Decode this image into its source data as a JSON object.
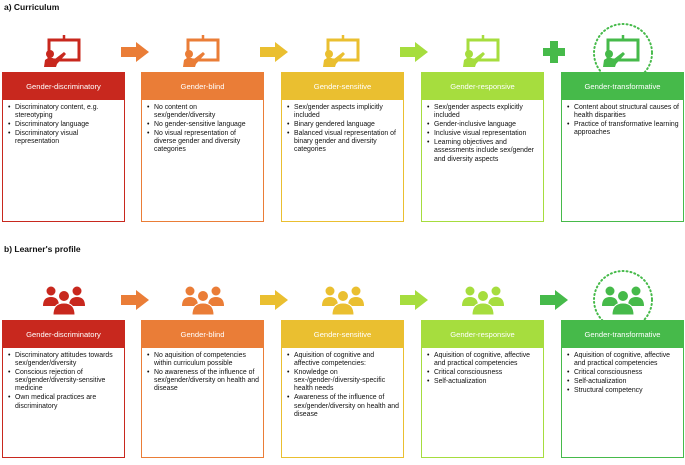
{
  "sections": [
    {
      "title": "a) Curriculum",
      "icon": "presentation-board-icon",
      "stages": [
        {
          "label": "Gender-discriminatory",
          "color": "#c8281e",
          "items": [
            "Discriminatory content, e.g. stereotyping",
            "Discriminatory language",
            "Discriminatory visual representation"
          ]
        },
        {
          "label": "Gender-blind",
          "color": "#ea7d37",
          "items": [
            "No content on sex/gender/diversity",
            "No gender-sensitive language",
            "No visual representation of diverse gender and diversity categories"
          ]
        },
        {
          "label": "Gender-sensitive",
          "color": "#eabf30",
          "items": [
            "Sex/gender aspects implicitly included",
            "Binary gendered language",
            "Balanced visual representation of binary gender and diversity categories"
          ]
        },
        {
          "label": "Gender-responsive",
          "color": "#a6dd3e",
          "items": [
            "Sex/gender aspects explicitly included",
            "Gender-inclusive language",
            "Inclusive visual representation",
            "Learning objectives and assessments include sex/gender and diversity aspects"
          ]
        },
        {
          "label": "Gender-transformative",
          "color": "#46ba4a",
          "items": [
            "Content about structural causes of health disparities",
            "Practice of transformative learning approaches"
          ]
        }
      ],
      "connectors": [
        "arrow-right-icon",
        "arrow-right-icon",
        "arrow-right-icon",
        "plus-icon"
      ]
    },
    {
      "title": "b) Learner's profile",
      "icon": "people-group-icon",
      "stages": [
        {
          "label": "Gender-discriminatory",
          "color": "#c8281e",
          "items": [
            "Discriminatory attitudes towards sex/gender/diversity",
            "Conscious rejection of sex/gender/diversity-sensitive medicine",
            "Own medical practices are discriminatory"
          ]
        },
        {
          "label": "Gender-blind",
          "color": "#ea7d37",
          "items": [
            "No aquisition of competencies within curriculum possible",
            "No awareness of the influence of sex/gender/diversity on health and disease"
          ]
        },
        {
          "label": "Gender-sensitive",
          "color": "#eabf30",
          "items": [
            "Aquisition of cognitive and affective competencies:",
            "Knowledge on sex-/gender-/diversity-specific health needs",
            "Awareness of the influence of sex/gender/diversity on health and disease"
          ]
        },
        {
          "label": "Gender-responsive",
          "color": "#a6dd3e",
          "items": [
            "Aquisition of cognitive, affective and practical competencies",
            "Critical consciousness",
            "Self-actualization"
          ]
        },
        {
          "label": "Gender-transformative",
          "color": "#46ba4a",
          "items": [
            "Aquisition of cognitive, affective and practical competencies",
            "Critical consciousness",
            "Self-actualization",
            "Structural competency"
          ]
        }
      ],
      "connectors": [
        "arrow-right-icon",
        "arrow-right-icon",
        "arrow-right-icon",
        "arrow-right-icon"
      ]
    }
  ]
}
